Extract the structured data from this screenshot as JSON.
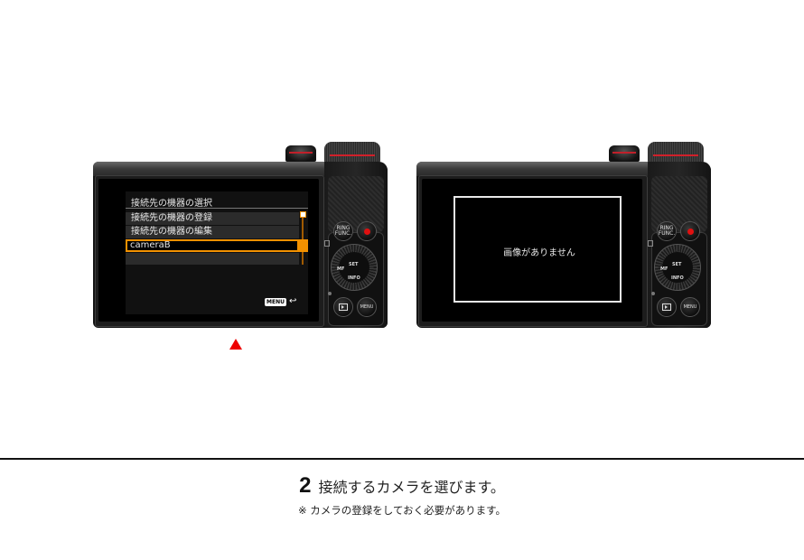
{
  "cameras": [
    {
      "screen": "menu",
      "menu": {
        "title": "接続先の機器の選択",
        "items": [
          {
            "label": "接続先の機器の登録",
            "selected": false
          },
          {
            "label": "接続先の機器の編集",
            "selected": false
          },
          {
            "label": "cameraB",
            "selected": true
          },
          {
            "label": "",
            "selected": false
          }
        ],
        "back_key": "MENU",
        "back_icon": "↩"
      },
      "buttons": {
        "ring_func": "RING FUNC.",
        "set": "SET",
        "info": "INFO",
        "mf": "MF",
        "menu": "MENU"
      }
    },
    {
      "screen": "no-image",
      "message": "画像がありません",
      "buttons": {
        "ring_func": "RING FUNC.",
        "set": "SET",
        "info": "INFO",
        "mf": "MF",
        "menu": "MENU"
      }
    }
  ],
  "marker_color": "#ee0000",
  "accent_color": "#f29100",
  "instruction": {
    "step_number": "2",
    "step_text": "接続するカメラを選びます。",
    "note": "※ カメラの登録をしておく必要があります。"
  }
}
